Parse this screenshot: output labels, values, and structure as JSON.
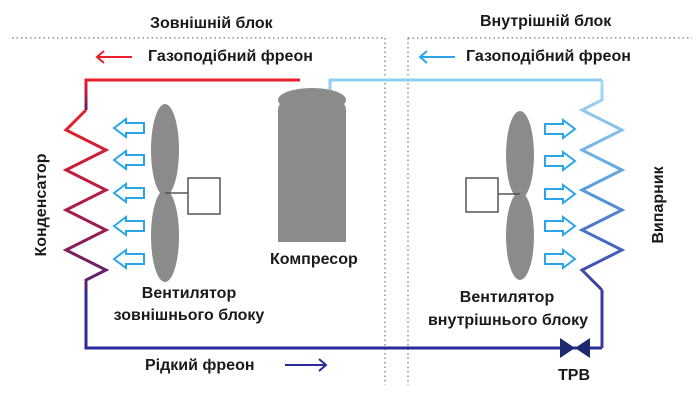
{
  "outdoor_unit": {
    "title": "Зовнішній блок",
    "gas_label": "Газоподібний фреон",
    "condenser": "Конденсатор",
    "fan_label_line1": "Вентилятор",
    "fan_label_line2": "зовнішнього блоку",
    "compressor": "Компресор",
    "liquid_label": "Рідкий фреон"
  },
  "indoor_unit": {
    "title": "Внутрішній блок",
    "gas_label": "Газоподібний фреон",
    "evaporator": "Випарник",
    "fan_label_line1": "Вентилятор",
    "fan_label_line2": "внутрішнього блоку",
    "valve": "ТРВ"
  },
  "colors": {
    "hot": "#e8202a",
    "warm": "#8a1c5a",
    "cold_liquid": "#2a2a9a",
    "cool_gas": "#7fc7ee",
    "airflow": "#2aa6e6",
    "component_gray": "#8b8b8b",
    "boundary": "#555555"
  }
}
